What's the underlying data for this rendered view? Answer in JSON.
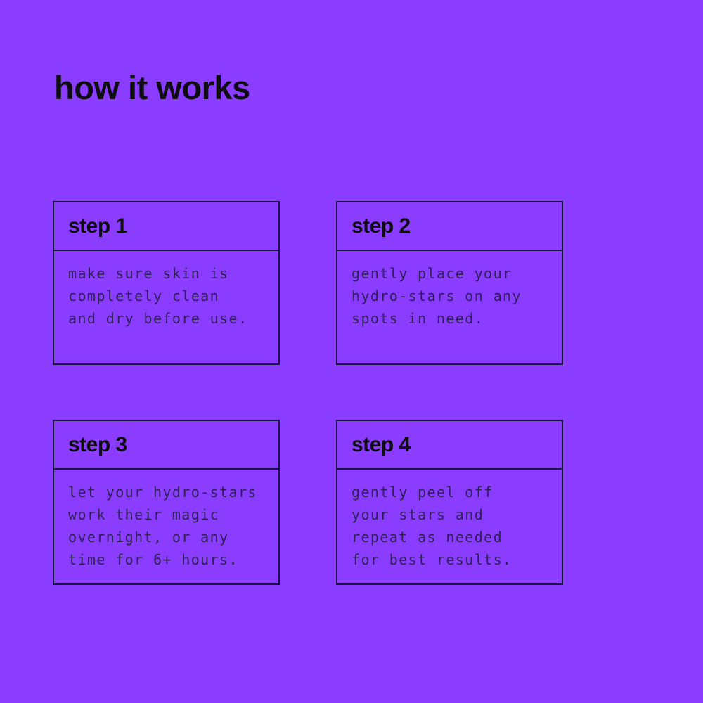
{
  "page": {
    "title": "how it works",
    "background_color": "#8B3DFF",
    "border_color": "#1a1144",
    "heading_text_color": "#0d0d12",
    "body_text_color": "#2e2058"
  },
  "steps": [
    {
      "label": "step 1",
      "description": "make sure skin is\ncompletely clean\nand dry before use."
    },
    {
      "label": "step 2",
      "description": "gently place your\nhydro-stars on any\nspots in need."
    },
    {
      "label": "step 3",
      "description": "let your hydro-stars\nwork their magic\novernight, or any\ntime for 6+ hours."
    },
    {
      "label": "step 4",
      "description": "gently peel off\nyour stars and\nrepeat as needed\nfor best results."
    }
  ]
}
